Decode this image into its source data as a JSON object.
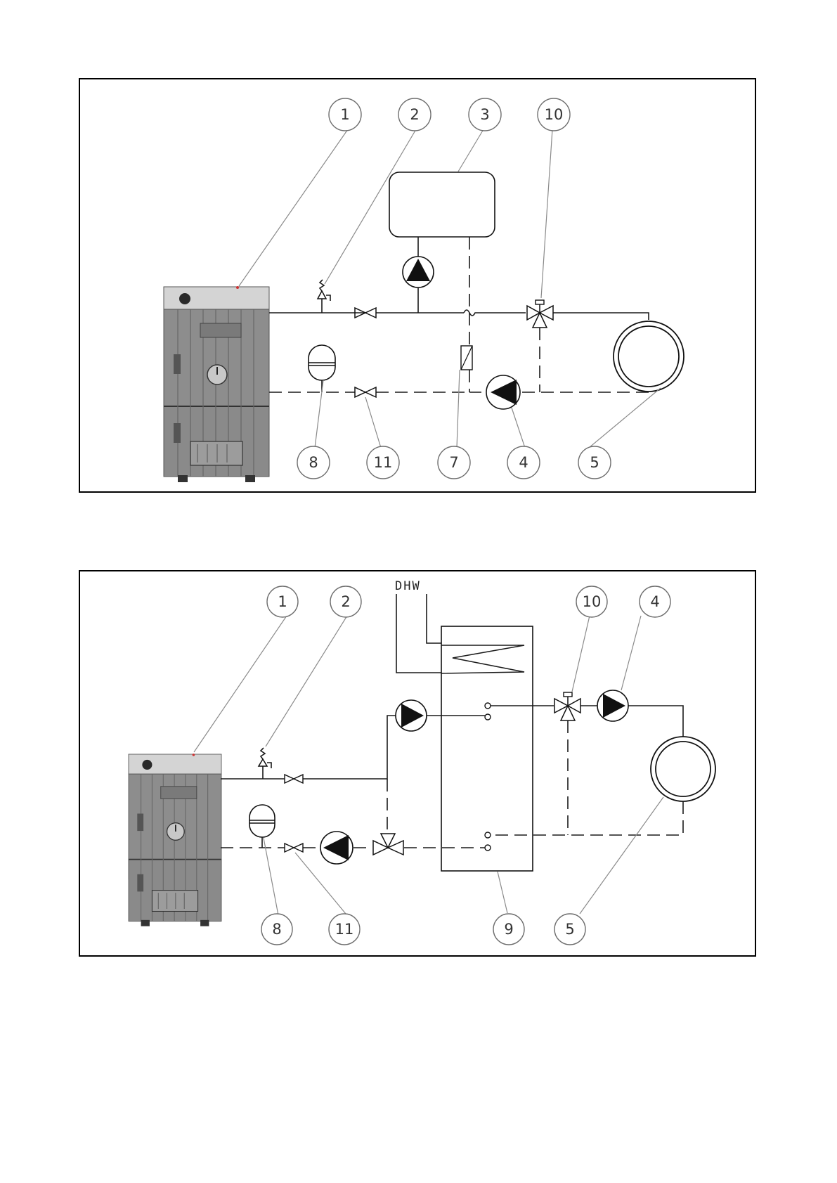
{
  "diagram_1": {
    "callouts": {
      "c1": "1",
      "c2": "2",
      "c3": "3",
      "c10": "10",
      "c8": "8",
      "c11": "11",
      "c7": "7",
      "c4": "4",
      "c5": "5"
    }
  },
  "diagram_2": {
    "dhw_label": "DHW",
    "callouts": {
      "c1": "1",
      "c2": "2",
      "c10": "10",
      "c4": "4",
      "c8": "8",
      "c11": "11",
      "c9": "9",
      "c5": "5"
    }
  }
}
